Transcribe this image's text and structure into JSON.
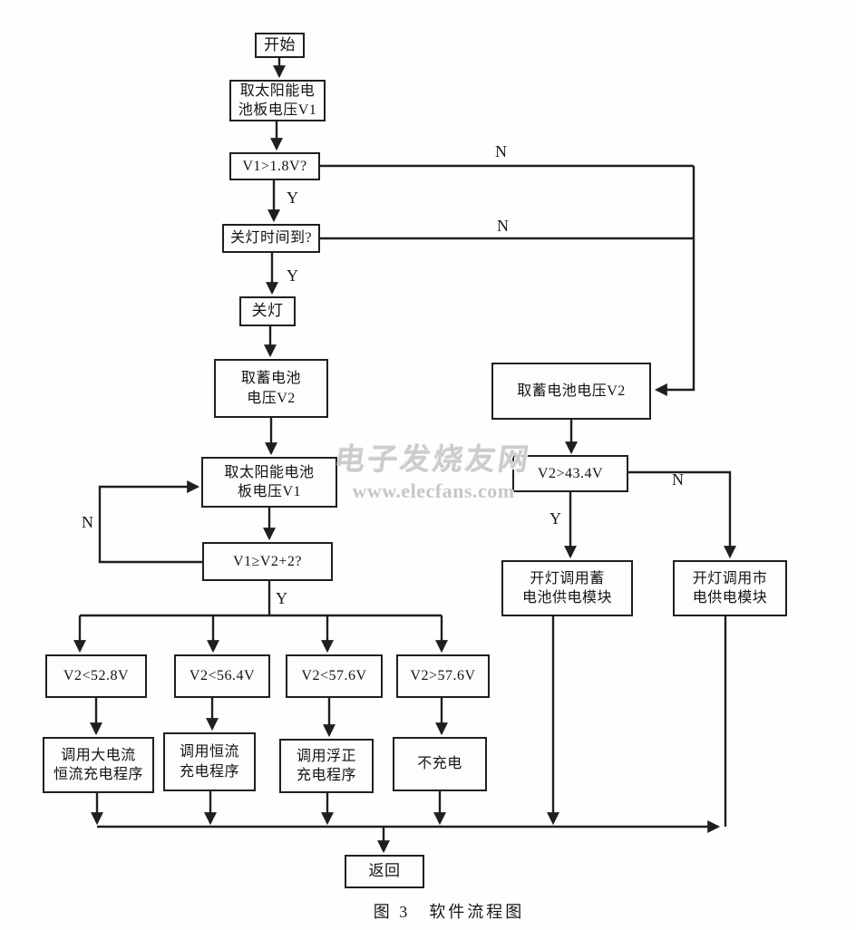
{
  "colors": {
    "background": "#fefefe",
    "line": "#1f1f1f",
    "box_fill": "#fdfdfd",
    "text": "#141414",
    "watermark": "#cccccc"
  },
  "watermark": {
    "line1": "电子发烧友网",
    "line2": "www.elecfans.com"
  },
  "caption": "图 3　软件流程图",
  "flowchart": {
    "nodes": {
      "start": {
        "text": "开始"
      },
      "get_solar_v1_top": {
        "text": "取太阳能电\n池板电压V1"
      },
      "check_v1": {
        "text": "V1>1.8V?"
      },
      "check_lamp_off_time": {
        "text": "关灯时间到?"
      },
      "lamp_off": {
        "text": "关灯"
      },
      "get_batt_v2_left": {
        "text": "取蓄电池\n电压V2"
      },
      "get_solar_v1_mid": {
        "text": "取太阳能电池\n板电压V1"
      },
      "check_v1_ge_v2p2": {
        "text": "V1≥V2+2?"
      },
      "check_v2_lt_528": {
        "text": "V2<52.8V"
      },
      "check_v2_lt_564": {
        "text": "V2<56.4V"
      },
      "check_v2_lt_576": {
        "text": "V2<57.6V"
      },
      "check_v2_gt_576": {
        "text": "V2>57.6V"
      },
      "call_high_current": {
        "text": "调用大电流\n恒流充电程序"
      },
      "call_constant_current": {
        "text": "调用恒流\n充电程序"
      },
      "call_float_charge": {
        "text": "调用浮正\n充电程序"
      },
      "no_charge": {
        "text": "不充电"
      },
      "get_batt_v2_right": {
        "text": "取蓄电池电压V2"
      },
      "check_v2_gt_434": {
        "text": "V2>43.4V"
      },
      "lamp_on_battery_module": {
        "text": "开灯调用蓄\n电池供电模块"
      },
      "lamp_on_mains_module": {
        "text": "开灯调用市\n电供电模块"
      },
      "return": {
        "text": "返回"
      }
    },
    "edge_labels": {
      "check_v1_n": "N",
      "check_v1_y": "Y",
      "check_lamp_n": "N",
      "check_lamp_y": "Y",
      "loop_n": "N",
      "split_y": "Y",
      "check_v2_434_y": "Y",
      "check_v2_434_n": "N"
    }
  }
}
